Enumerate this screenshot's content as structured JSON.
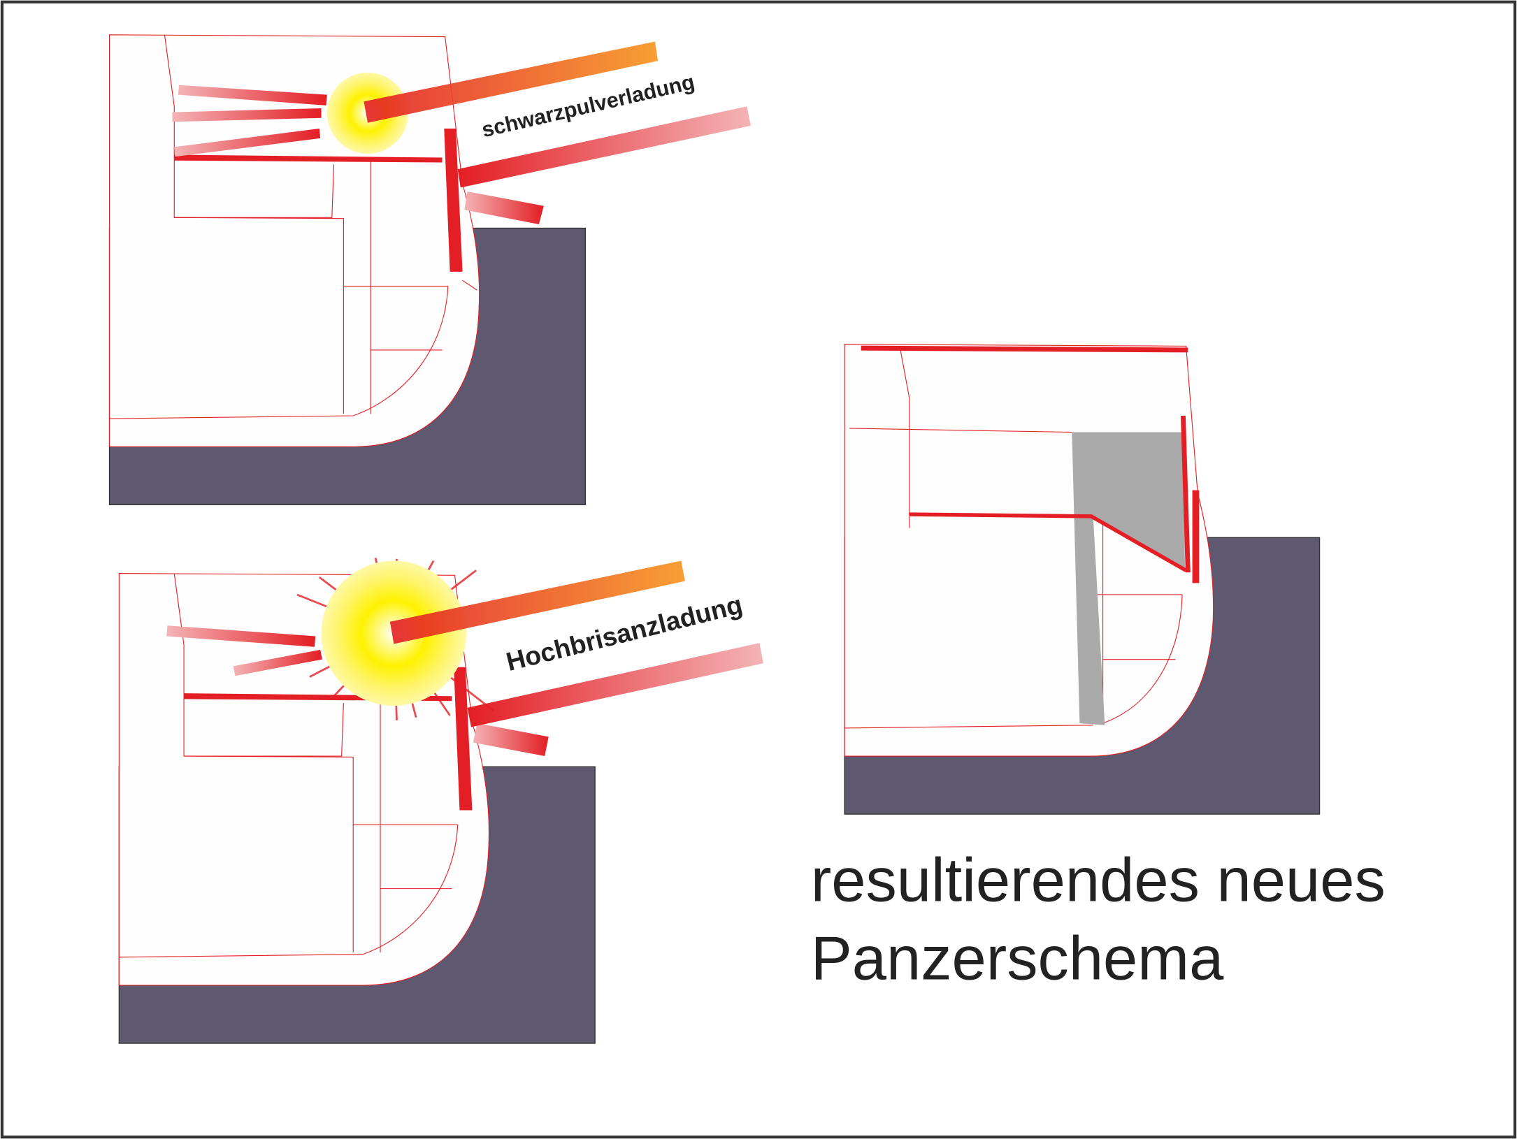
{
  "labels": {
    "black_powder_charge": "schwarzpulverladung",
    "high_explosive_charge": "Hochbrisanzladung",
    "result_line1": "resultierendes neues",
    "result_line2": "Panzerschema"
  },
  "colors": {
    "armor_red": "#e31e24",
    "hull_dark": "#5e5970",
    "added_armor_gray": "#aaaaaa",
    "explosion_yellow": "#fff200"
  }
}
